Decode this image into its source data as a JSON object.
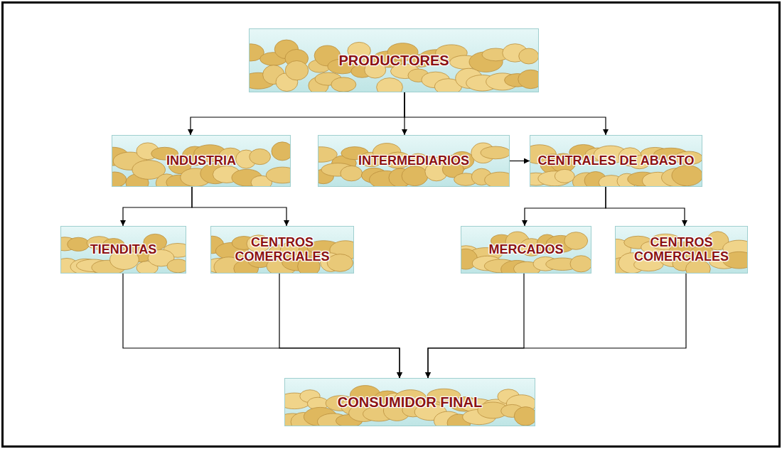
{
  "diagram": {
    "nodes": [
      {
        "text": [
          "PRODUCTORES"
        ]
      },
      {
        "text": [
          "INDUSTRIA"
        ]
      },
      {
        "text": [
          "INTERMEDIARIOS"
        ]
      },
      {
        "text": [
          "CENTRALES DE ABASTO"
        ]
      },
      {
        "text": [
          "TIENDITAS"
        ]
      },
      {
        "text": [
          "CENTROS COMERCIALES"
        ]
      },
      {
        "text": [
          "MERCADOS"
        ]
      },
      {
        "text": [
          "CENTROS COMERCIALES"
        ]
      },
      {
        "text": [
          "CONSUMIDOR FINAL"
        ]
      }
    ],
    "edges": [
      {
        "from": 0,
        "to": 1,
        "arrow": "to"
      },
      {
        "from": 0,
        "to": 2,
        "arrow": "to"
      },
      {
        "from": 0,
        "to": 3,
        "arrow": "to"
      },
      {
        "from": 2,
        "to": 3,
        "arrow": "to"
      },
      {
        "from": 1,
        "to": 4,
        "arrow": "to"
      },
      {
        "from": 1,
        "to": 5,
        "arrow": "to"
      },
      {
        "from": 3,
        "to": 6,
        "arrow": "to"
      },
      {
        "from": 3,
        "to": 7,
        "arrow": "to"
      },
      {
        "from": 4,
        "to": 8,
        "arrow": "to"
      },
      {
        "from": 5,
        "to": 8,
        "arrow": "to"
      },
      {
        "from": 6,
        "to": 8,
        "arrow": "to"
      },
      {
        "from": 7,
        "to": 8,
        "arrow": "to"
      }
    ]
  }
}
